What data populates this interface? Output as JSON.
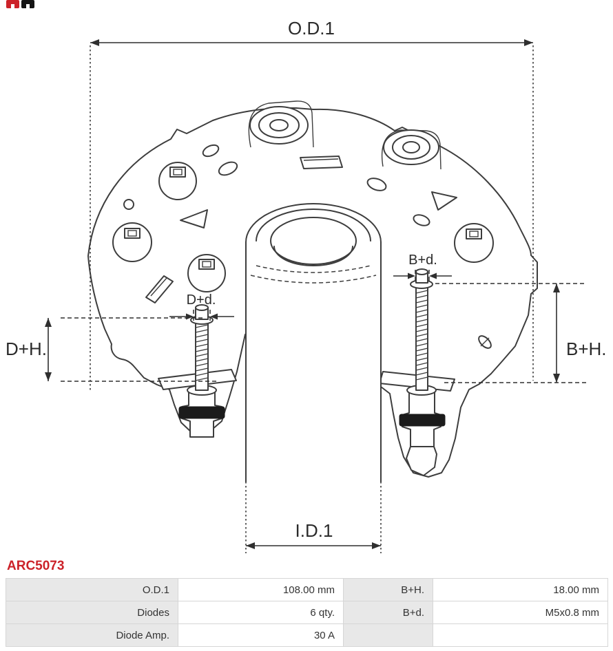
{
  "part_number": "ARC5073",
  "drawing": {
    "labels": {
      "od1": "O.D.1",
      "id1": "I.D.1",
      "dh": "D+H.",
      "bh": "B+H.",
      "dd": "D+d.",
      "bd": "B+d."
    }
  },
  "table": {
    "rows": [
      [
        {
          "label": "O.D.1",
          "value": "108.00 mm"
        },
        {
          "label": "B+H.",
          "value": "18.00 mm"
        }
      ],
      [
        {
          "label": "Diodes",
          "value": "6 qty."
        },
        {
          "label": "B+d.",
          "value": "M5x0.8 mm"
        }
      ],
      [
        {
          "label": "Diode Amp.",
          "value": "30 A"
        },
        {
          "label": "",
          "value": ""
        }
      ]
    ]
  },
  "colors": {
    "accent_red": "#cc2229",
    "logo_black": "#141414",
    "line": "#3d3d3d",
    "table_label_bg": "#e8e8e8",
    "table_border": "#d6d6d6"
  }
}
